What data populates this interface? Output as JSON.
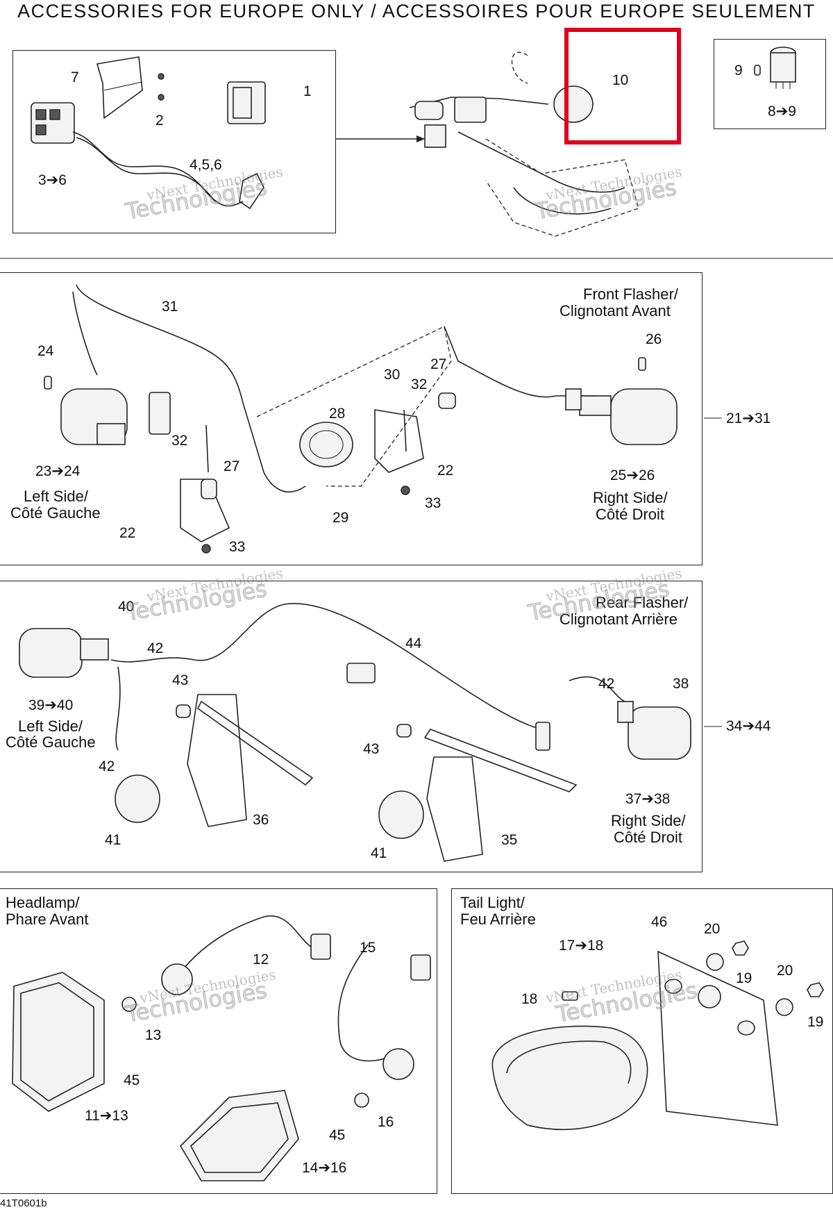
{
  "title": "ACCESSORIES FOR EUROPE ONLY / ACCESSOIRES POUR EUROPE SEULEMENT",
  "watermark": {
    "line1": "vNext Technologies",
    "line2": "Technologies"
  },
  "highlight_color": "#e0001a",
  "diagram_code": "41T0601b",
  "sections": {
    "top": {
      "labels": {
        "l7": "7",
        "l1": "1",
        "l2": "2",
        "l3_6": "3➔6",
        "l456": "4,5,6",
        "l10": "10",
        "l9": "9",
        "l8_9": "8➔9"
      }
    },
    "front_flasher": {
      "caption": [
        "Front Flasher/",
        "Clignotant Avant"
      ],
      "range": "21➔31",
      "left_caption": [
        "Left Side/",
        "Côté Gauche"
      ],
      "right_caption": [
        "Right Side/",
        "Côté Droit"
      ],
      "labels": {
        "l31": "31",
        "l24": "24",
        "l30": "30",
        "l27a": "27",
        "l32a": "32",
        "l26": "26",
        "l28": "28",
        "l32b": "32",
        "l22a": "22",
        "l27b": "27",
        "l23_24": "23➔24",
        "l25_26": "25➔26",
        "l33a": "33",
        "l29": "29",
        "l22b": "22",
        "l33b": "33"
      }
    },
    "rear_flasher": {
      "caption": [
        "Rear Flasher/",
        "Clignotant Arrière"
      ],
      "range": "34➔44",
      "left_caption": [
        "Left Side/",
        "Côté Gauche"
      ],
      "right_caption": [
        "Right Side/",
        "Côté Droit"
      ],
      "labels": {
        "l40": "40",
        "l42a": "42",
        "l44": "44",
        "l43a": "43",
        "l39_40": "39➔40",
        "l42b": "42",
        "l38": "38",
        "l42c": "42",
        "l43b": "43",
        "l37_38": "37➔38",
        "l36": "36",
        "l41a": "41",
        "l35": "35",
        "l41b": "41"
      }
    },
    "headlamp": {
      "caption": [
        "Headlamp/",
        "Phare Avant"
      ],
      "labels": {
        "l15": "15",
        "l12": "12",
        "l13": "13",
        "l45a": "45",
        "l11_13": "11➔13",
        "l16": "16",
        "l45b": "45",
        "l14_16": "14➔16"
      }
    },
    "tail_light": {
      "caption": [
        "Tail Light/",
        "Feu Arrière"
      ],
      "labels": {
        "l46": "46",
        "l20a": "20",
        "l17_18": "17➔18",
        "l19a": "19",
        "l20b": "20",
        "l18": "18",
        "l19b": "19"
      }
    }
  }
}
